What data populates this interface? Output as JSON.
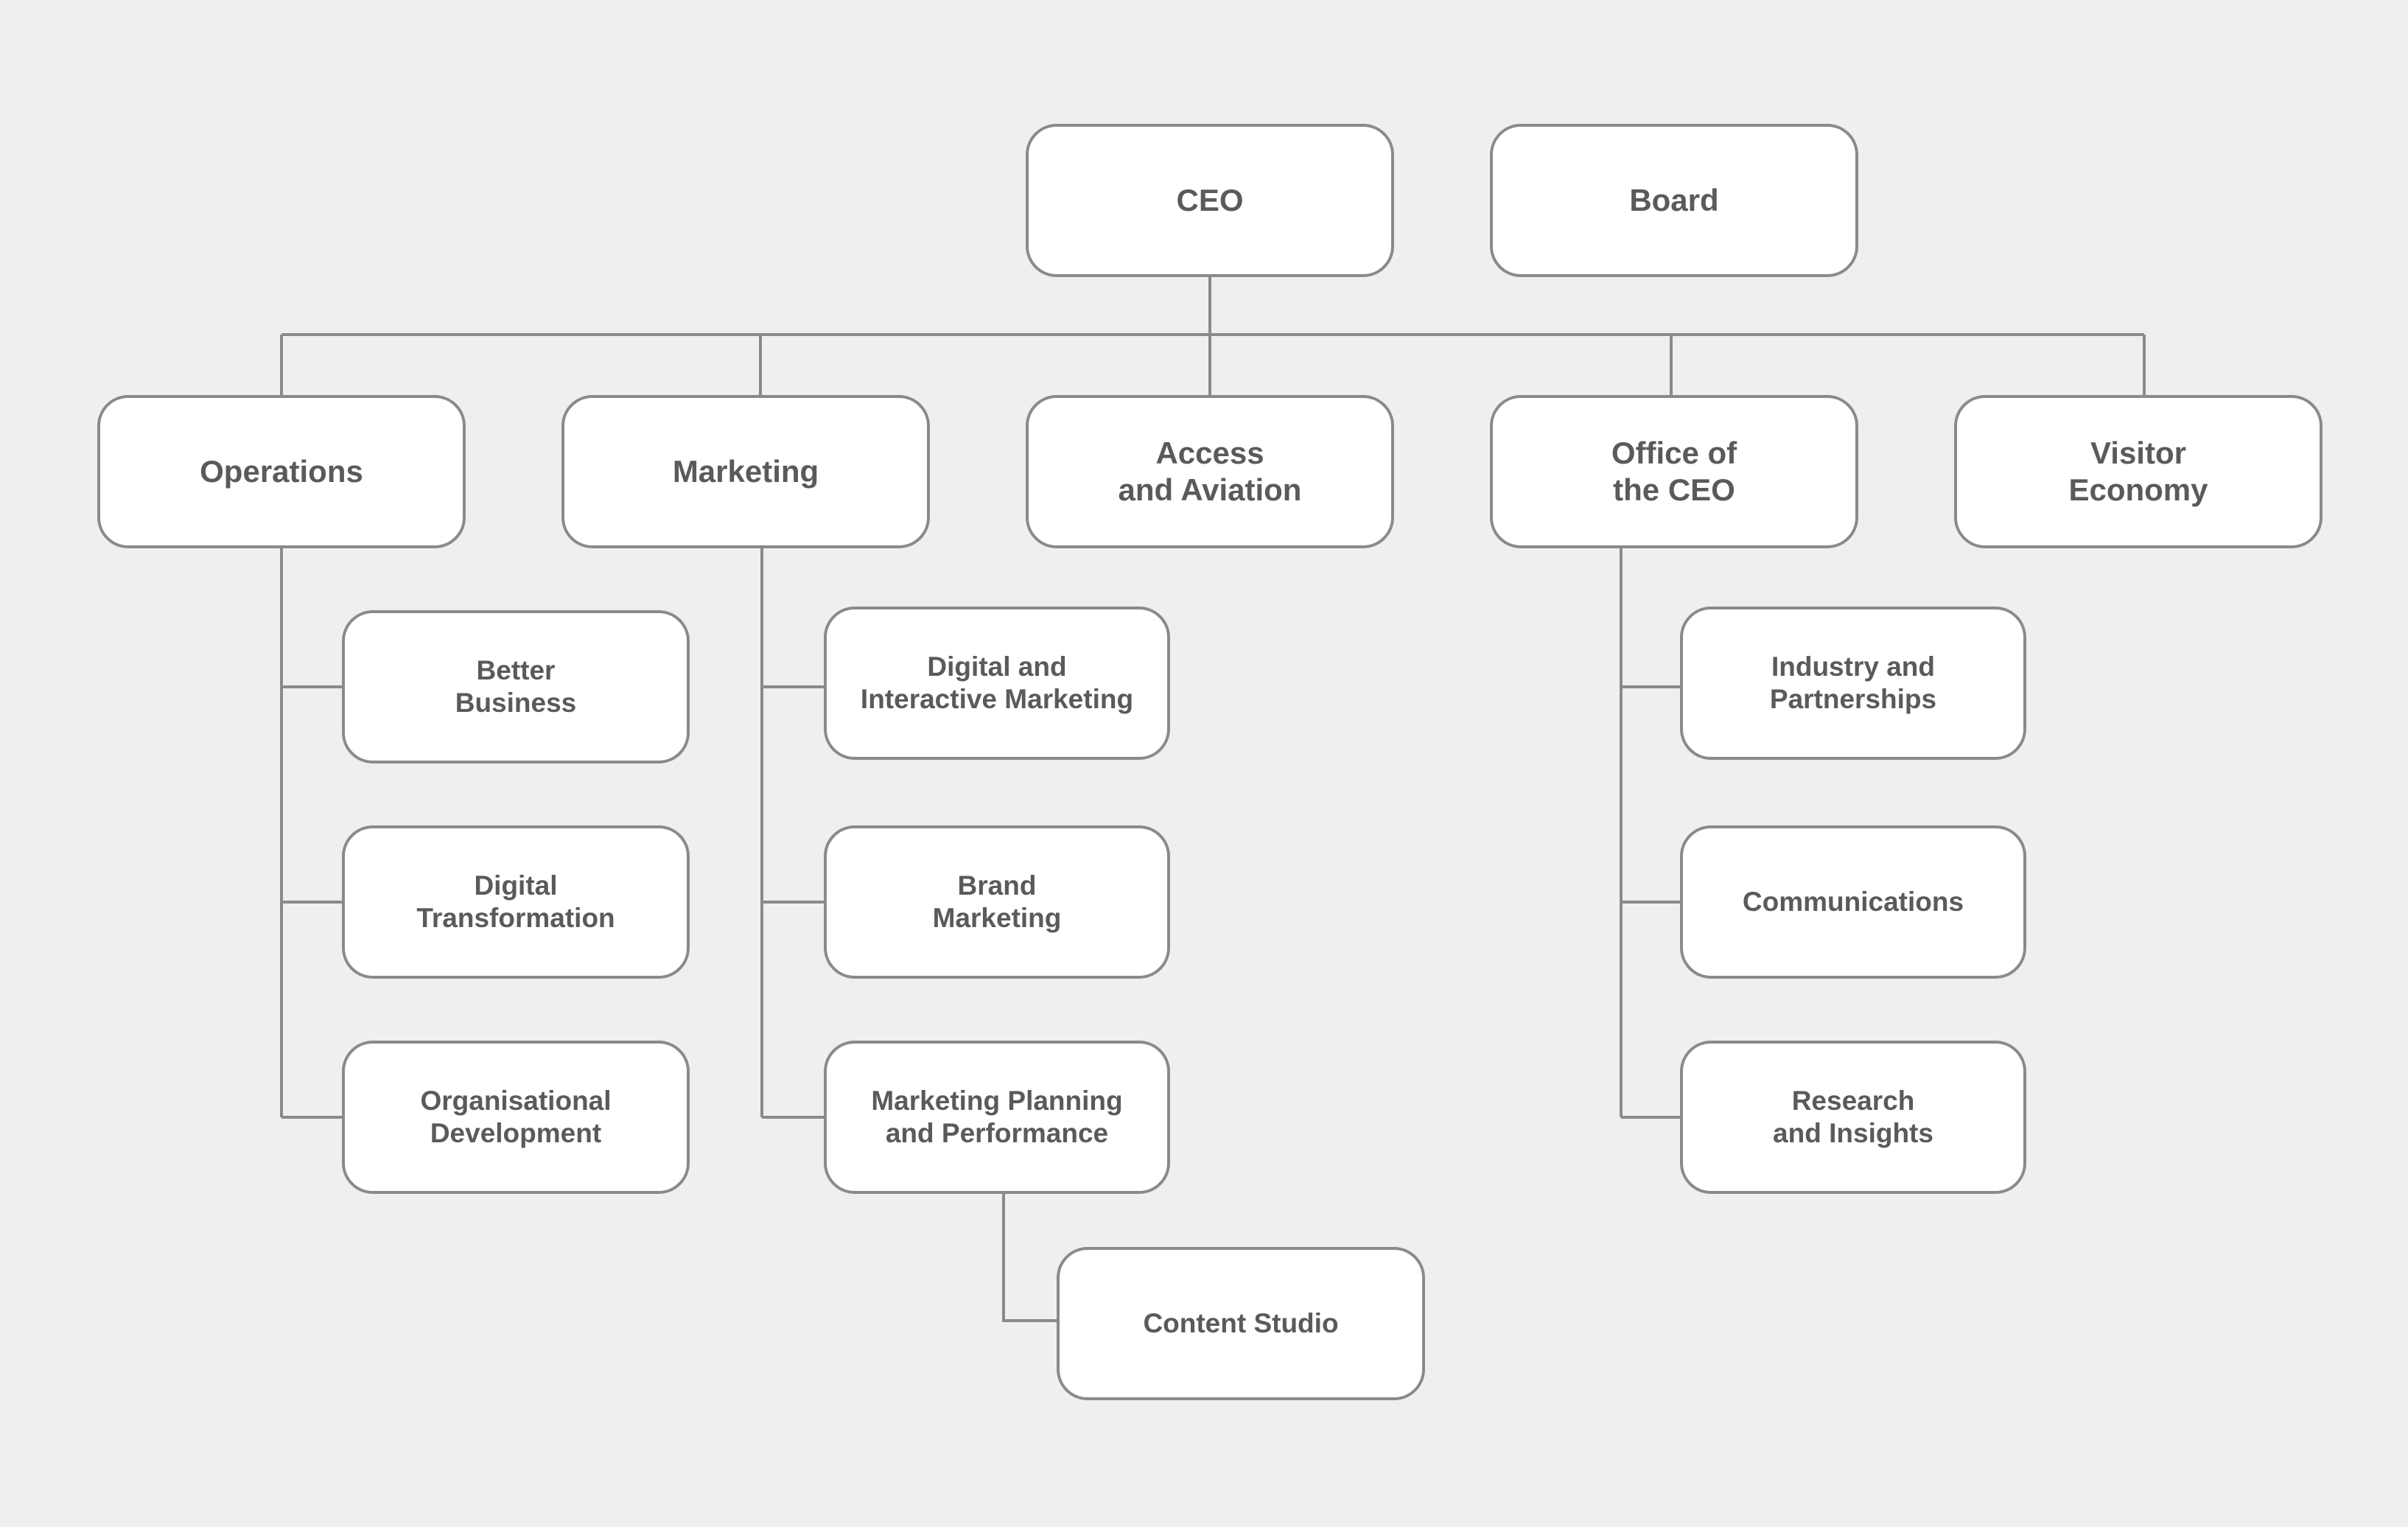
{
  "chart": {
    "nodes": {
      "ceo": "CEO",
      "board": "Board",
      "operations": "Operations",
      "marketing": "Marketing",
      "access": "Access\nand Aviation",
      "office": "Office of\nthe CEO",
      "visitor": "Visitor\nEconomy",
      "better_business": "Better\nBusiness",
      "digital_transformation": "Digital\nTransformation",
      "organisational_development": "Organisational\nDevelopment",
      "digital_interactive_marketing": "Digital and\nInteractive Marketing",
      "brand_marketing": "Brand\nMarketing",
      "marketing_planning": "Marketing Planning\nand Performance",
      "content_studio": "Content Studio",
      "industry_partnerships": "Industry and\nPartnerships",
      "communications": "Communications",
      "research_insights": "Research\nand Insights"
    },
    "connections": [
      [
        "ceo",
        "operations"
      ],
      [
        "ceo",
        "marketing"
      ],
      [
        "ceo",
        "access"
      ],
      [
        "ceo",
        "office"
      ],
      [
        "ceo",
        "visitor"
      ],
      [
        "operations",
        "better_business"
      ],
      [
        "operations",
        "digital_transformation"
      ],
      [
        "operations",
        "organisational_development"
      ],
      [
        "marketing",
        "digital_interactive_marketing"
      ],
      [
        "marketing",
        "brand_marketing"
      ],
      [
        "marketing",
        "marketing_planning"
      ],
      [
        "marketing_planning",
        "content_studio"
      ],
      [
        "office",
        "industry_partnerships"
      ],
      [
        "office",
        "communications"
      ],
      [
        "office",
        "research_insights"
      ]
    ],
    "colors": {
      "background": "#efefef",
      "box_fill": "#ffffff",
      "box_border": "#8a8a8a",
      "connector": "#8a8a8a",
      "text": "#5a5a5a"
    }
  }
}
